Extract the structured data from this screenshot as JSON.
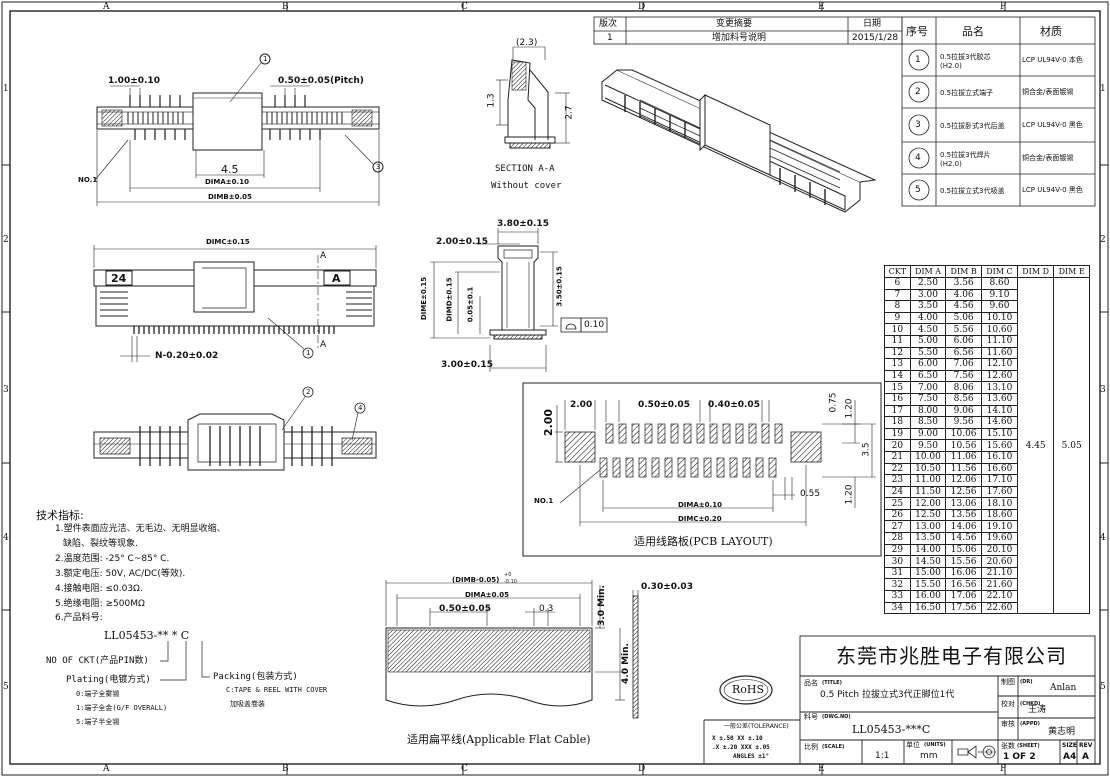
{
  "frame": {
    "columns": [
      "A",
      "B",
      "C",
      "D",
      "E",
      "F"
    ],
    "rows": [
      "1",
      "2",
      "3",
      "4",
      "5"
    ]
  },
  "revision": {
    "headers": {
      "ver": "版次",
      "change": "变更摘要",
      "date": "日期"
    },
    "rows": [
      {
        "ver": "1",
        "change": "增加料号说明",
        "date": "2015/1/28"
      }
    ]
  },
  "parts_table": {
    "headers": {
      "no": "序号",
      "name": "品名",
      "material": "材质"
    },
    "rows": [
      {
        "no": "1",
        "name": "0.5拉拔3代胶芯\n(H2.0)",
        "material": "LCP UL94V-0 本色"
      },
      {
        "no": "2",
        "name": "0.5拉拔立式端子",
        "material": "铜合金/表面镀锡"
      },
      {
        "no": "3",
        "name": "0.5拉拔卧式3代后盖",
        "material": "LCP UL94V-0 黑色"
      },
      {
        "no": "4",
        "name": "0.5拉拔3代焊片\n(H2.0)",
        "material": "铜合金/表面镀锡"
      },
      {
        "no": "5",
        "name": "0.5拉拔立式3代吸盖",
        "material": "LCP UL94V-0 黑色"
      }
    ]
  },
  "dims": {
    "headers": [
      "CKT",
      "DIM A",
      "DIM B",
      "DIM C",
      "DIM D",
      "DIM E"
    ],
    "rows": [
      [
        "6",
        "2.50",
        "3.56",
        "8.60"
      ],
      [
        "7",
        "3.00",
        "4.06",
        "9.10"
      ],
      [
        "8",
        "3.50",
        "4.56",
        "9.60"
      ],
      [
        "9",
        "4.00",
        "5.06",
        "10.10"
      ],
      [
        "10",
        "4.50",
        "5.56",
        "10.60"
      ],
      [
        "11",
        "5.00",
        "6.06",
        "11.10"
      ],
      [
        "12",
        "5.50",
        "6.56",
        "11.60"
      ],
      [
        "13",
        "6.00",
        "7.06",
        "12.10"
      ],
      [
        "14",
        "6.50",
        "7.56",
        "12.60"
      ],
      [
        "15",
        "7.00",
        "8.06",
        "13.10"
      ],
      [
        "16",
        "7.50",
        "8.56",
        "13.60"
      ],
      [
        "17",
        "8.00",
        "9.06",
        "14.10"
      ],
      [
        "18",
        "8.50",
        "9.56",
        "14.60"
      ],
      [
        "19",
        "9.00",
        "10.06",
        "15.10"
      ],
      [
        "20",
        "9.50",
        "10.56",
        "15.60"
      ],
      [
        "21",
        "10.00",
        "11.06",
        "16.10"
      ],
      [
        "22",
        "10.50",
        "11.56",
        "16.60"
      ],
      [
        "23",
        "11.00",
        "12.06",
        "17.10"
      ],
      [
        "24",
        "11.50",
        "12.56",
        "17.60"
      ],
      [
        "25",
        "12.00",
        "13.06",
        "18.10"
      ],
      [
        "26",
        "12.50",
        "13.56",
        "18.60"
      ],
      [
        "27",
        "13.00",
        "14.06",
        "19.10"
      ],
      [
        "28",
        "13.50",
        "14.56",
        "19.60"
      ],
      [
        "29",
        "14.00",
        "15.06",
        "20.10"
      ],
      [
        "30",
        "14.50",
        "15.56",
        "20.60"
      ],
      [
        "31",
        "15.00",
        "16.06",
        "21.10"
      ],
      [
        "32",
        "15.50",
        "16.56",
        "21.60"
      ],
      [
        "33",
        "16.00",
        "17.06",
        "22.10"
      ],
      [
        "34",
        "16.50",
        "17.56",
        "22.60"
      ]
    ],
    "dim_d": "4.45",
    "dim_e": "5.05"
  },
  "top_view": {
    "pitch_dim": "1.00±0.10",
    "pitch_05": "0.50±0.05(Pitch)",
    "no1": "NO.1",
    "d45": "4.5",
    "dima": "DIMA±0.10",
    "dimb": "DIMB±0.05"
  },
  "section": {
    "d23": "(2.3)",
    "d13": "1.3",
    "d27": "2.7",
    "title": "SECTION A-A",
    "sub": "Without cover"
  },
  "front_view": {
    "dimc": "DIMC±0.15",
    "n_dim": "N-0.20±0.02",
    "label_24": "24",
    "label_a": "A",
    "a_mark": "A"
  },
  "side_view": {
    "d380": "3.80±0.15",
    "d200": "2.00±0.15",
    "d350": "3.50±0.15",
    "dime": "DIME±0.15",
    "dimd": "DIMD±0.15",
    "d005": "0.05±0.1",
    "d300": "3.00±0.15",
    "flat": "0.10"
  },
  "pcb": {
    "d200a": "2.00",
    "d200b": "2.00",
    "d050": "0.50±0.05",
    "d040": "0.40±0.05",
    "d075": "0.75",
    "d120a": "1.20",
    "d35": "3.5",
    "d055": "0.55",
    "d120b": "1.20",
    "no1": "NO.1",
    "dima": "DIMA±0.10",
    "dimc": "DIMC±0.20",
    "caption": "适用线路板(PCB LAYOUT)"
  },
  "specs": {
    "title": "技术指标:",
    "lines": [
      "1.塑件表面应光洁、无毛边、无明显收缩、",
      "缺陷、裂纹等现象.",
      "2.温度范围: -25° C~85° C.",
      "3.额定电压: 50V, AC/DC(等效).",
      "4.接触电阻: ≤0.03Ω.",
      "5.绝缘电阻: ≥500MΩ",
      "6.产品料号:"
    ],
    "part_code": "LL05453-** * C",
    "ckt_label": "NO OF CKT(产品PIN数)",
    "plating_label": "Plating(电镀方式)",
    "plating_opts": [
      "0:端子全雾锡",
      "1:端子全金(G/F OVERALL)",
      "5:端子半全锡"
    ],
    "packing_label": "Packing(包装方式)",
    "packing_opts": [
      "C:TAPE & REEL WITH COVER",
      "加吸盖卷装"
    ]
  },
  "cable": {
    "dimb_tol": "(DIMB-0.05)",
    "dimb_tol_sup": "+0",
    "dimb_tol_sub": "-0.10",
    "dima": "DIMA±0.05",
    "d050": "0.50±0.05",
    "d03": "0.3",
    "d30min": "3.0 Min.",
    "d40min": "4.0 Min.",
    "d030": "0.30±0.03",
    "caption": "适用扁平线(Applicable Flat Cable)"
  },
  "title_block": {
    "company": "东莞市兆胜电子有限公司",
    "rohs": "RoHS",
    "title_label": "品名",
    "title_label_en": "(TITLE)",
    "title_value": "0.5 Pitch 拉拔立式3代正脚位1代",
    "dwg_label": "料号",
    "dwg_label_en": "(DWG.NO)",
    "dwg_value": "LL05453-***C",
    "tol_title": "一般公差(TOLERANCE)",
    "tol_lines": [
      "X  ±.50   XX ±.10",
      ".X ±.20   XXX ±.05",
      "ANGLES   ±1°"
    ],
    "scale_label": "比例",
    "scale_en": "(SCALE)",
    "scale_value": "1:1",
    "units_label": "单位",
    "units_en": "(UNITS)",
    "units_value": "mm",
    "dr_label": "制图",
    "dr_en": "(DR)",
    "dr_value": "Anlan",
    "chkd_label": "校对",
    "chkd_en": "(CHKD)",
    "chkd_value": "王涛",
    "appd_label": "审核",
    "appd_en": "(APPD)",
    "appd_value": "黄志明",
    "sheet_label": "张数",
    "sheet_en": "(SHEET)",
    "sheet_value": "1 OF 2",
    "size_label": "SIZE",
    "size_value": "A4",
    "rev_label": "REV",
    "rev_value": "A"
  }
}
